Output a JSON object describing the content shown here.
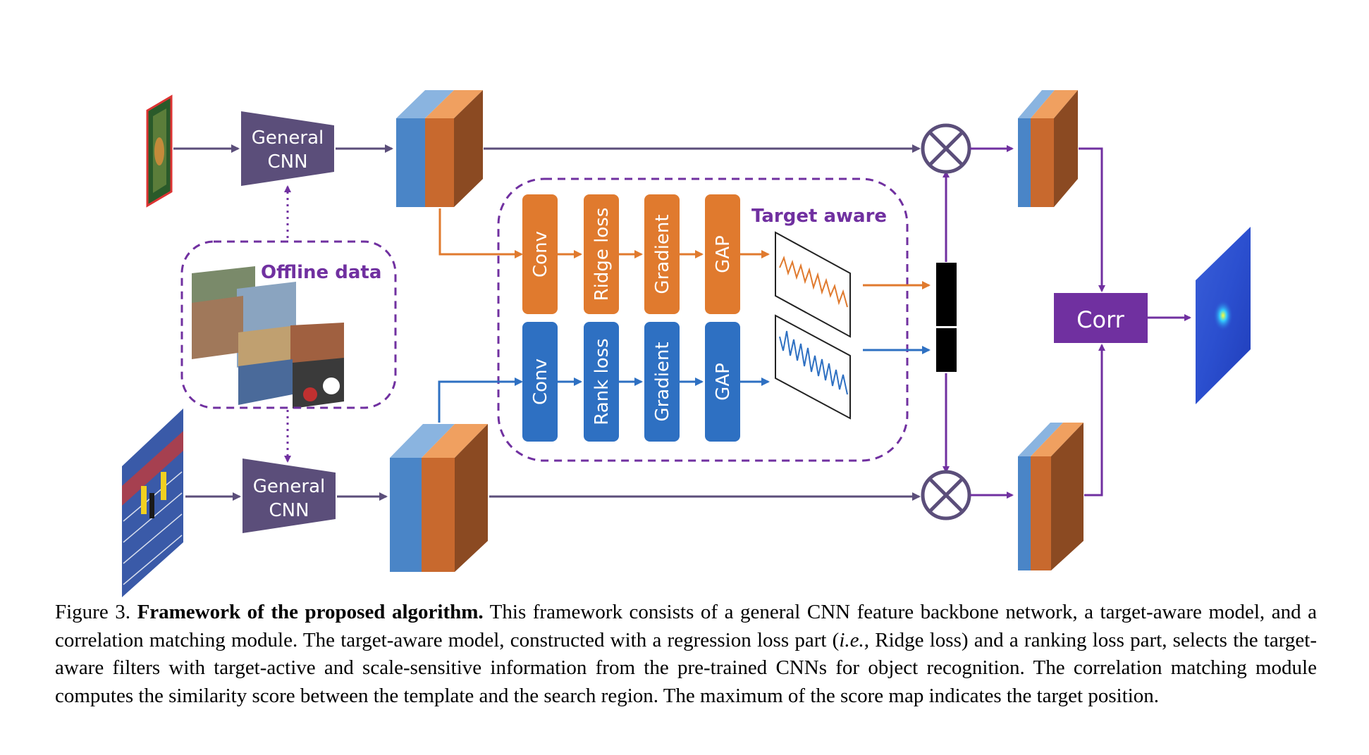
{
  "diagram": {
    "general_cnn_top": [
      "General",
      "CNN"
    ],
    "general_cnn_bottom": [
      "General",
      "CNN"
    ],
    "offline_data": "Offline data",
    "target_aware": "Target aware",
    "orange_blocks": [
      "Conv",
      "Ridge loss",
      "Gradient",
      "GAP"
    ],
    "blue_blocks": [
      "Conv",
      "Rank loss",
      "Gradient",
      "GAP"
    ],
    "corr": "Corr",
    "colors": {
      "purple": "#7030a0",
      "module": "#5b4e7a",
      "orange": "#e07a2e",
      "blue": "#2e70c2",
      "feat_blue": "#4a85c7",
      "feat_orange": "#c8692e",
      "feat_side": "#8b4a22"
    }
  },
  "caption": {
    "label": "Figure 3.",
    "bold": "Framework of the proposed algorithm.",
    "part1": "This framework consists of a general CNN feature backbone network, a target-aware model, and a correlation matching module. The target-aware model, constructed with a regression loss part (",
    "italic": "i.e.",
    "part2": ", Ridge loss) and a ranking loss part, selects the target-aware filters with target-active and scale-sensitive information from the pre-trained CNNs for object recognition. The correlation matching module computes the similarity score between the template and the search region. The maximum of the score map indicates the target position."
  }
}
